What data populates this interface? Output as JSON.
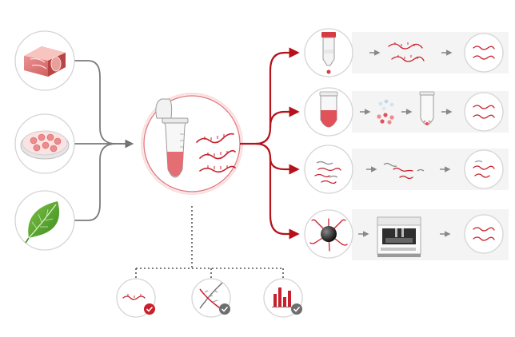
{
  "colors": {
    "accent_red": "#b5121b",
    "rna_red": "#c8202c",
    "connector_gray": "#7a7a7a",
    "circle_border": "#d4d4d4",
    "panel_bg": "#f4f4f4",
    "check_red": "#c8202c",
    "check_gray": "#6e6e6e"
  },
  "sources": [
    {
      "icon": "meat-tissue-icon"
    },
    {
      "icon": "cell-culture-dish-icon"
    },
    {
      "icon": "leaf-icon"
    }
  ],
  "center": {
    "icon": "microcentrifuge-tube-with-rna-icon"
  },
  "methods": [
    {
      "steps": [
        "spin-column-icon",
        "purified-rna-icon",
        "rna-result-icon"
      ]
    },
    {
      "steps": [
        "tube-sample-icon",
        "precipitate-particles-icon",
        "pellet-tube-icon",
        "rna-result-icon"
      ]
    },
    {
      "steps": [
        "mixed-fragments-icon",
        "selected-fragments-icon",
        "rna-result-icon"
      ]
    },
    {
      "steps": [
        "magnetic-bead-icon",
        "automated-instrument-icon",
        "rna-result-icon"
      ]
    }
  ],
  "quality_checks": [
    {
      "icon": "rna-integrity-icon",
      "status": "red-check"
    },
    {
      "icon": "dna-contamination-icon",
      "status": "gray-check"
    },
    {
      "icon": "yield-bar-chart-icon",
      "status": "gray-check"
    }
  ]
}
